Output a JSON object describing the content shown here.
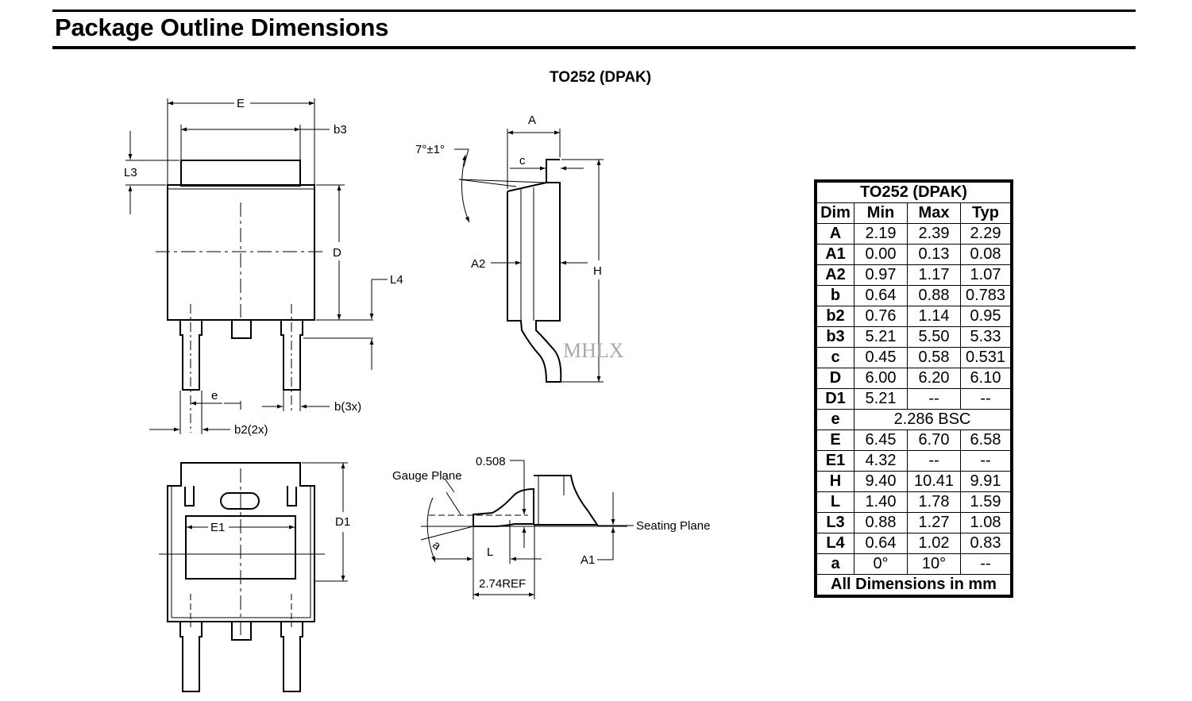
{
  "page": {
    "title": "Package Outline Dimensions"
  },
  "package_title": "TO252 (DPAK)",
  "watermark": "MHLX",
  "labels": {
    "E": "E",
    "b3": "b3",
    "L3": "L3",
    "D": "D",
    "L4": "L4",
    "e": "e",
    "b_3x": "b(3x)",
    "b2_2x": "b2(2x)",
    "A": "A",
    "angle": "7°±1°",
    "c": "c",
    "A2": "A2",
    "H": "H",
    "E1": "E1",
    "D1": "D1",
    "dim_0508": "0.508",
    "gauge_plane": "Gauge Plane",
    "seating_plane": "Seating Plane",
    "L": "L",
    "a": "a",
    "A1": "A1",
    "ref_274": "2.74REF"
  },
  "table": {
    "title": "TO252 (DPAK)",
    "headers": [
      "Dim",
      "Min",
      "Max",
      "Typ"
    ],
    "rows": [
      {
        "dim": "A",
        "min": "2.19",
        "max": "2.39",
        "typ": "2.29"
      },
      {
        "dim": "A1",
        "min": "0.00",
        "max": "0.13",
        "typ": "0.08"
      },
      {
        "dim": "A2",
        "min": "0.97",
        "max": "1.17",
        "typ": "1.07"
      },
      {
        "dim": "b",
        "min": "0.64",
        "max": "0.88",
        "typ": "0.783"
      },
      {
        "dim": "b2",
        "min": "0.76",
        "max": "1.14",
        "typ": "0.95"
      },
      {
        "dim": "b3",
        "min": "5.21",
        "max": "5.50",
        "typ": "5.33"
      },
      {
        "dim": "c",
        "min": "0.45",
        "max": "0.58",
        "typ": "0.531"
      },
      {
        "dim": "D",
        "min": "6.00",
        "max": "6.20",
        "typ": "6.10"
      },
      {
        "dim": "D1",
        "min": "5.21",
        "max": "--",
        "typ": "--"
      },
      {
        "dim": "e",
        "span": "2.286 BSC"
      },
      {
        "dim": "E",
        "min": "6.45",
        "max": "6.70",
        "typ": "6.58"
      },
      {
        "dim": "E1",
        "min": "4.32",
        "max": "--",
        "typ": "--"
      },
      {
        "dim": "H",
        "min": "9.40",
        "max": "10.41",
        "typ": "9.91"
      },
      {
        "dim": "L",
        "min": "1.40",
        "max": "1.78",
        "typ": "1.59"
      },
      {
        "dim": "L3",
        "min": "0.88",
        "max": "1.27",
        "typ": "1.08"
      },
      {
        "dim": "L4",
        "min": "0.64",
        "max": "1.02",
        "typ": "0.83"
      },
      {
        "dim": "a",
        "min": "0°",
        "max": "10°",
        "typ": "--"
      }
    ],
    "footer": "All Dimensions in mm"
  }
}
